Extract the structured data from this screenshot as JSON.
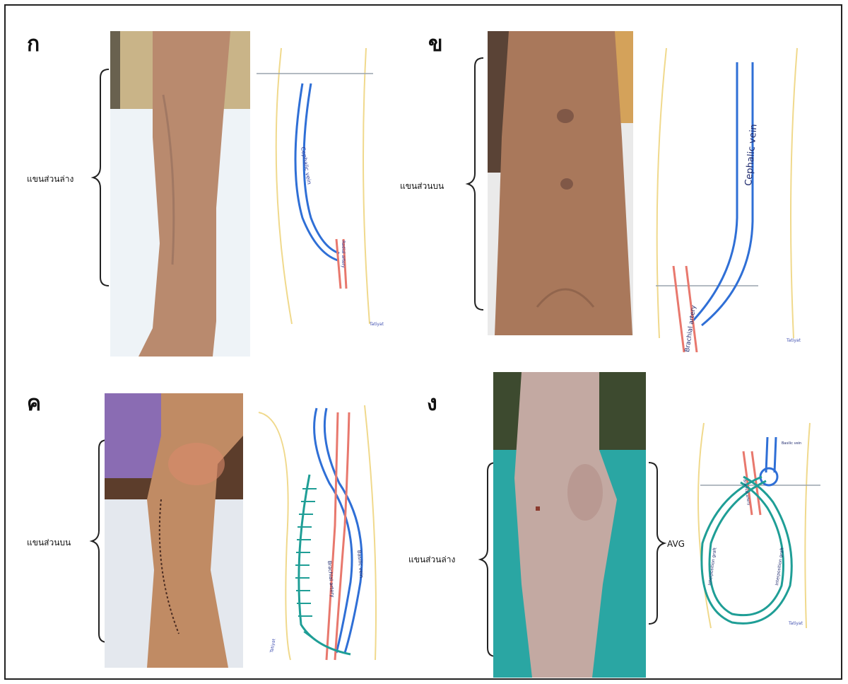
{
  "panels": [
    {
      "letter": "ก",
      "region": "แขนส่วนล่าง",
      "vessels": [
        "Cephalic vein",
        "Radial artery"
      ],
      "signature": "Tatiyat"
    },
    {
      "letter": "ข",
      "region": "แขนส่วนบน",
      "vessels": [
        "Cephalic vein",
        "Brachial artery"
      ],
      "signature": "Tatiyat"
    },
    {
      "letter": "ค",
      "region": "แขนส่วนบน",
      "vessels": [
        "Basilic vein",
        "Brachial artery"
      ],
      "signature": "Tatiyat"
    },
    {
      "letter": "ง",
      "region": "แขนส่วนล่าง",
      "graft_label": "AVG",
      "vessels": [
        "Basilic vein",
        "Brachial artery",
        "Interposition graft",
        "Interposition graft"
      ],
      "signature": "Tatiyat"
    }
  ],
  "colors": {
    "vein": "#2f6fd6",
    "artery": "#e8786d",
    "graft": "#1f9e96",
    "suture": "#1f9e96",
    "outline": "#f0d98c"
  }
}
